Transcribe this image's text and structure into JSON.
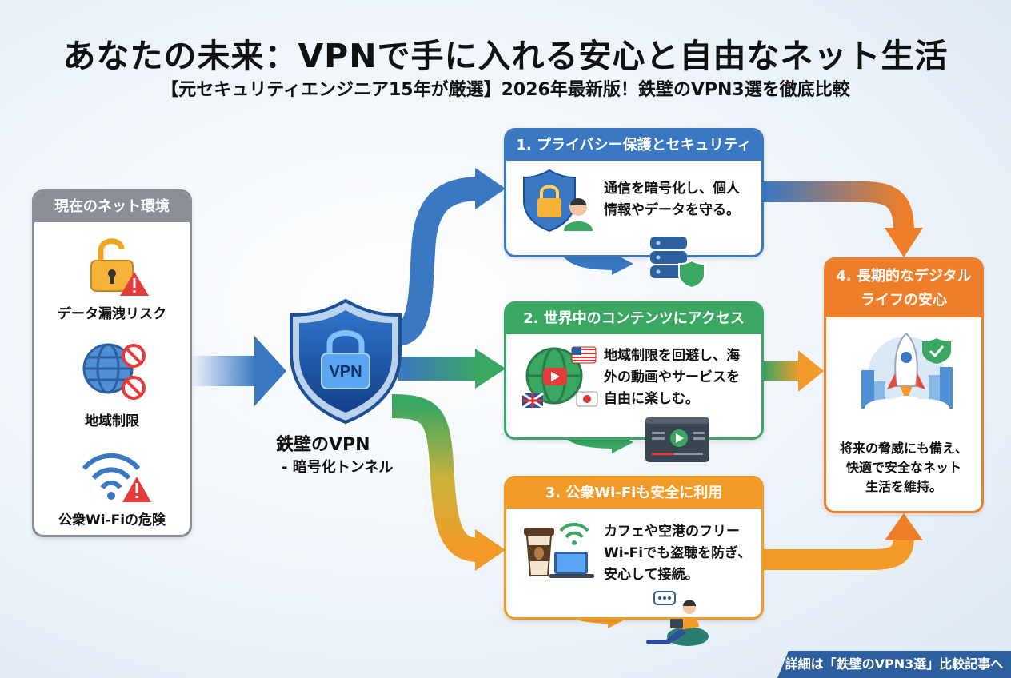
{
  "header": {
    "title": "あなたの未来：VPNで手に入れる安心と自由なネット生活",
    "subtitle": "【元セキュリティエンジニア15年が厳選】2026年最新版！鉄壁のVPN3選を徹底比較"
  },
  "current_env": {
    "heading": "現在のネット環境",
    "items": [
      "データ漏洩リスク",
      "地域制限",
      "公衆Wi-Fiの危険"
    ]
  },
  "vpn": {
    "shield_text": "VPN",
    "label": "鉄壁のVPN",
    "sublabel": "- 暗号化トンネル"
  },
  "benefits": [
    {
      "heading": "1. プライバシー保護とセキュリティ",
      "text": "通信を暗号化し、個人\n情報やデータを守る。"
    },
    {
      "heading": "2. 世界中のコンテンツにアクセス",
      "text": "地域制限を回避し、海\n外の動画やサービスを\n自由に楽しむ。"
    },
    {
      "heading": "3. 公衆Wi-Fiも安全に利用",
      "text": "カフェや空港のフリー\nWi-Fiでも盗聴を防ぎ、\n安心して接続。"
    }
  ],
  "future": {
    "heading": "4. 長期的なデジタル\nライフの安心",
    "text": "将来の脅威にも備え、\n快適で安全なネット\n生活を維持。"
  },
  "footer": {
    "link_text": "詳細は「鉄壁のVPN3選」比較記事へ"
  },
  "colors": {
    "blue": "#3b78c3",
    "green": "#3aa763",
    "orange": "#f39b28",
    "deep_orange": "#ee7e2a",
    "gray": "#8a8f96",
    "footer": "#2d5f9e"
  }
}
